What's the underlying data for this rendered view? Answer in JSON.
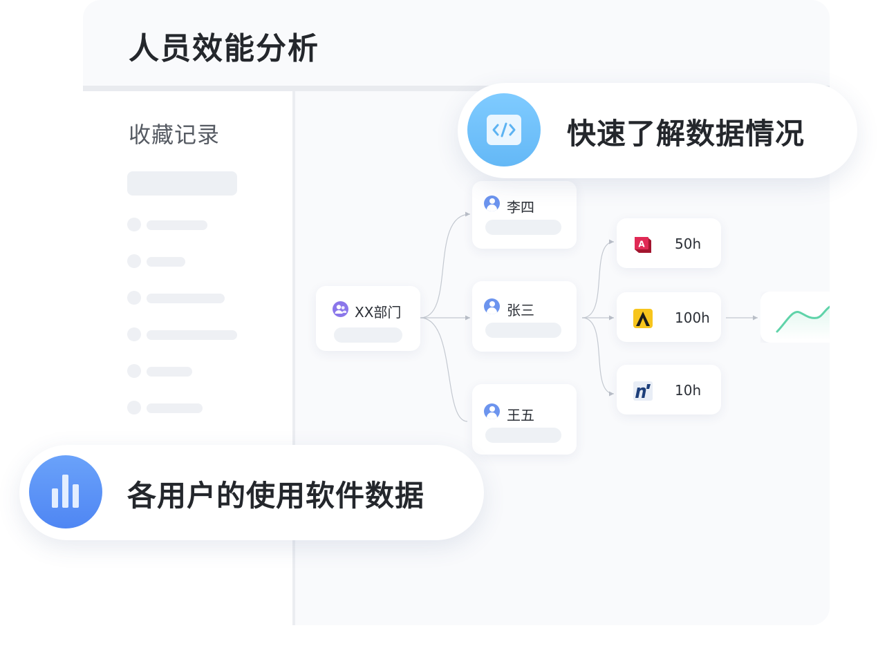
{
  "header": {
    "title": "人员效能分析"
  },
  "sidebar": {
    "title": "收藏记录"
  },
  "tree": {
    "root": {
      "label": "XX部门"
    },
    "people": [
      {
        "label": "李四"
      },
      {
        "label": "张三"
      },
      {
        "label": "王五"
      }
    ],
    "software": [
      {
        "icon": "autodesk-access-app-icon",
        "hours": "50h",
        "color": "#d8214a"
      },
      {
        "icon": "archicad-app-icon",
        "hours": "100h",
        "color": "#f6c21c"
      },
      {
        "icon": "navisworks-app-icon",
        "hours": "10h",
        "color": "#1d3f7a"
      }
    ]
  },
  "callouts": {
    "top": {
      "text": "快速了解数据情况",
      "icon": "code-icon",
      "color": "#73c3fb"
    },
    "bottom": {
      "text": "各用户的使用软件数据",
      "icon": "bar-chart-icon",
      "color": "#5b91f7"
    }
  },
  "colors": {
    "trend_line": "#5fd3a9",
    "connector": "#b9bec7"
  }
}
